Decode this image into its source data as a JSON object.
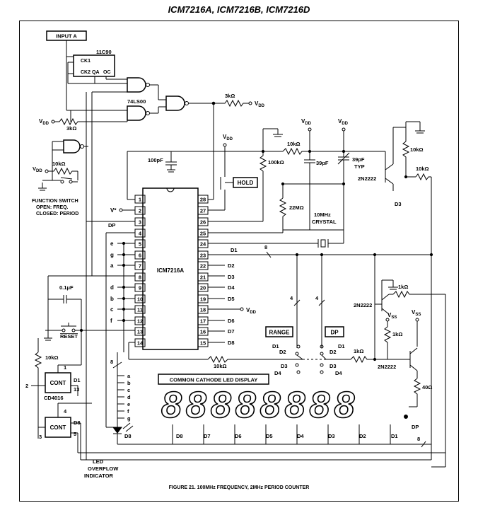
{
  "header": "ICM7216A, ICM7216B, ICM7216D",
  "caption": "FIGURE 21.  100MHz FREQUENCY, 2MHz PERIOD COUNTER",
  "chip_name": "ICM7216A",
  "counter_chip": "11C90",
  "counter_pins": {
    "ck1": "CK1",
    "ck2": "CK2",
    "qa": "QA",
    "oc": "OC"
  },
  "gate_chip": "74LS00",
  "input_label": "INPUT A",
  "hold_label": "HOLD",
  "range_label": "RANGE",
  "dp_label": "DP",
  "display_label": "COMMON CATHODE LED DISPLAY",
  "display_digits": "88888888",
  "cont_label": "CONT",
  "cd_chip": "CD4016",
  "vdd": "V",
  "vdd_sub": "DD",
  "vss": "V",
  "vss_sub": "SS",
  "vstar": "V*",
  "resistors": {
    "r_3k_top": "3kΩ",
    "r_3k_left": "3kΩ",
    "r_10k_func": "10kΩ",
    "r_10k_top": "10kΩ",
    "r_100k": "100kΩ",
    "r_22m": "22MΩ",
    "r_10k_right": "10kΩ",
    "r_10k_right2": "10kΩ",
    "r_1k_right": "1kΩ",
    "r_1k_mid": "1kΩ",
    "r_1k_dp": "1kΩ",
    "r_10k_bottom": "10kΩ",
    "r_10k_cont": "10kΩ",
    "r_40": "40Ω"
  },
  "caps": {
    "c100p": "100pF",
    "c39p": "39pF",
    "c39pv": "39pF",
    "typ": "TYP",
    "c01u": "0.1μF"
  },
  "crystal": [
    "10MHz",
    "CRYSTAL"
  ],
  "transistor": "2N2222",
  "function_switch": [
    "FUNCTION SWITCH",
    "OPEN: FREQ.",
    "CLOSED: PERIOD"
  ],
  "reset_label": "RESET",
  "led_overflow": [
    "LED",
    "OVERFLOW",
    "INDICATOR"
  ],
  "d3_label": "D3",
  "dp_out": "DP",
  "d8_label": "D8",
  "chip_pins_left": [
    "1",
    "2",
    "3",
    "4",
    "5",
    "6",
    "7",
    "8",
    "9",
    "10",
    "11",
    "12",
    "13",
    "14"
  ],
  "chip_pins_right": [
    "28",
    "27",
    "26",
    "25",
    "24",
    "23",
    "22",
    "21",
    "20",
    "19",
    "18",
    "17",
    "16",
    "15"
  ],
  "segment_labels": [
    "e",
    "g",
    "a",
    "",
    "d",
    "b",
    "c",
    "f"
  ],
  "right_outputs": [
    "D1",
    "D2",
    "D3",
    "D4",
    "D5",
    "",
    "D6",
    "D7",
    "D8"
  ],
  "bus_labels": [
    "a",
    "b",
    "c",
    "d",
    "e",
    "f",
    "g"
  ],
  "bus_counts": {
    "b8": "8",
    "b4a": "4",
    "b4b": "4",
    "b8b": "8",
    "b8c": "8"
  },
  "digit_labels": [
    "D8",
    "D7",
    "D6",
    "D5",
    "D4",
    "D3",
    "D2",
    "D1"
  ],
  "switch_positions": [
    "D1",
    "D2",
    "D3",
    "D4"
  ],
  "cont_pins": {
    "p1": "1",
    "p2": "2",
    "p13": "13",
    "p4": "4",
    "p3": "3",
    "p5": "5",
    "d1": "D1",
    "d8": "D8"
  },
  "dp_pin": "DP"
}
